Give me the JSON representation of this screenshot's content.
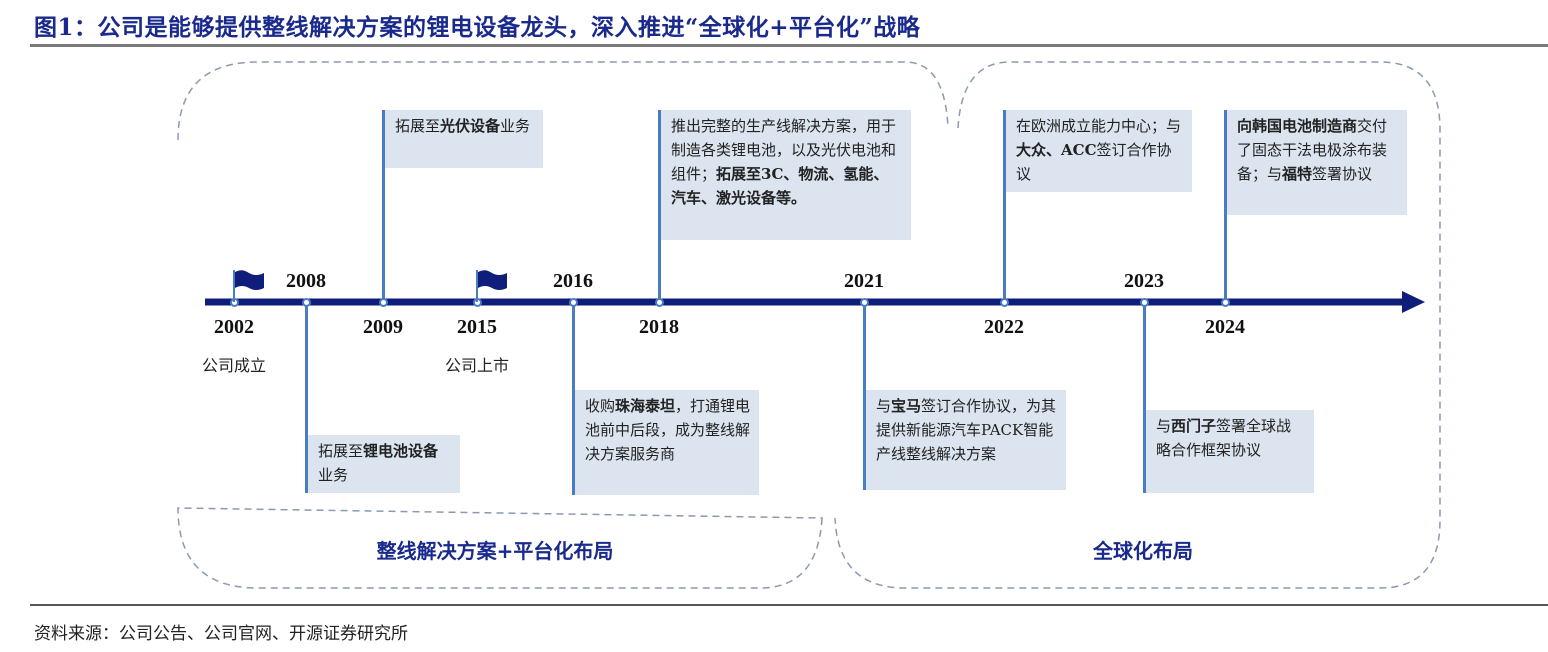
{
  "title": "图1：公司是能够提供整线解决方案的锂电设备龙头，深入推进“全球化+平台化”战略",
  "source": "资料来源：公司公告、公司官网、开源证券研究所",
  "regions": [
    "整线解决方案+平台化布局",
    "全球化布局"
  ],
  "colors": {
    "timeline": "#0f1e7a",
    "stem": "#4a7cc4",
    "box": "#dbe4ef",
    "title": "#1a2a8c"
  },
  "events": [
    {
      "year": "2002",
      "flag": true,
      "sub": "公司成立"
    },
    {
      "year": "2008",
      "box": [
        {
          "t": "拓展至"
        },
        {
          "t": "锂电池设备",
          "b": true
        },
        {
          "t": "业务"
        }
      ]
    },
    {
      "year": "2009",
      "box": [
        {
          "t": "拓展至"
        },
        {
          "t": "光伏设备",
          "b": true
        },
        {
          "t": "业务"
        }
      ]
    },
    {
      "year": "2015",
      "flag": true,
      "sub": "公司上市"
    },
    {
      "year": "2016",
      "box": [
        {
          "t": "收购"
        },
        {
          "t": "珠海泰坦",
          "b": true
        },
        {
          "t": "，打通锂电池前中后段，成为整线解决方案服务商"
        }
      ]
    },
    {
      "year": "2018",
      "box": [
        {
          "t": "推出完整的生产线解决方案，用于制造各类锂电池，以及光伏电池和组件；"
        },
        {
          "t": "拓展至3C、物流、氢能、汽车、激光设备等。",
          "b": true
        }
      ]
    },
    {
      "year": "2021",
      "box": [
        {
          "t": "与"
        },
        {
          "t": "宝马",
          "b": true
        },
        {
          "t": "签订合作协议，为其提供新能源汽车PACK智能产线整线解决方案"
        }
      ]
    },
    {
      "year": "2022",
      "box": [
        {
          "t": "在欧洲成立能力中心；与"
        },
        {
          "t": "大众、ACC",
          "b": true
        },
        {
          "t": "签订合作协议"
        }
      ]
    },
    {
      "year": "2023",
      "box": [
        {
          "t": "与"
        },
        {
          "t": "西门子",
          "b": true
        },
        {
          "t": "签署全球战略合作框架协议"
        }
      ]
    },
    {
      "year": "2024",
      "box": [
        {
          "t": "向韩国电池制造商",
          "b": true
        },
        {
          "t": "交付了固态干法电极涂布装备；与"
        },
        {
          "t": "福特",
          "b": true
        },
        {
          "t": "签署协议"
        }
      ]
    }
  ]
}
